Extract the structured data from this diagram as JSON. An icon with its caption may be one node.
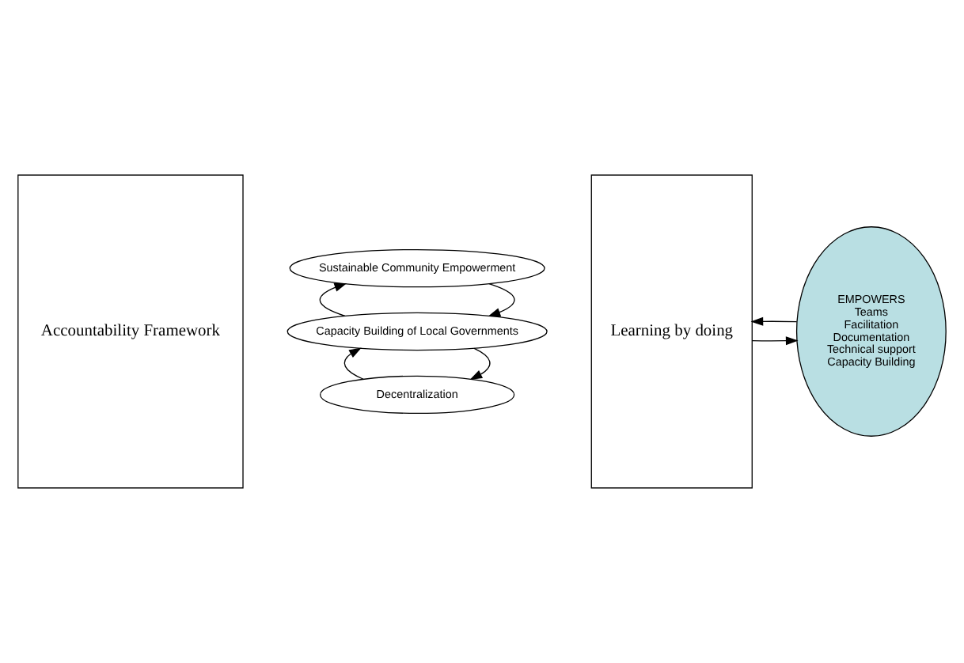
{
  "diagram": {
    "nodes": [
      {
        "text": [
          "Accountability Framework"
        ]
      },
      {
        "text": [
          "Decentralization"
        ]
      },
      {
        "text": [
          "Capacity Building of Local Governments"
        ]
      },
      {
        "text": [
          "Sustainable Community Empowerment"
        ]
      },
      {
        "text": [
          "Learning by doing"
        ]
      },
      {
        "text": [
          "EMPOWERS",
          "Teams",
          "Facilitation",
          "Documentation",
          "Technical support",
          "Capacity Building"
        ]
      }
    ],
    "edges": [
      {
        "from": 2,
        "to": 1,
        "arrow": "to"
      },
      {
        "from": 1,
        "to": 2,
        "arrow": "to"
      },
      {
        "from": 3,
        "to": 2,
        "arrow": "to"
      },
      {
        "from": 2,
        "to": 3,
        "arrow": "to"
      },
      {
        "from": 4,
        "to": 5,
        "arrow": "to"
      },
      {
        "from": 5,
        "to": 4,
        "arrow": "to"
      }
    ]
  }
}
